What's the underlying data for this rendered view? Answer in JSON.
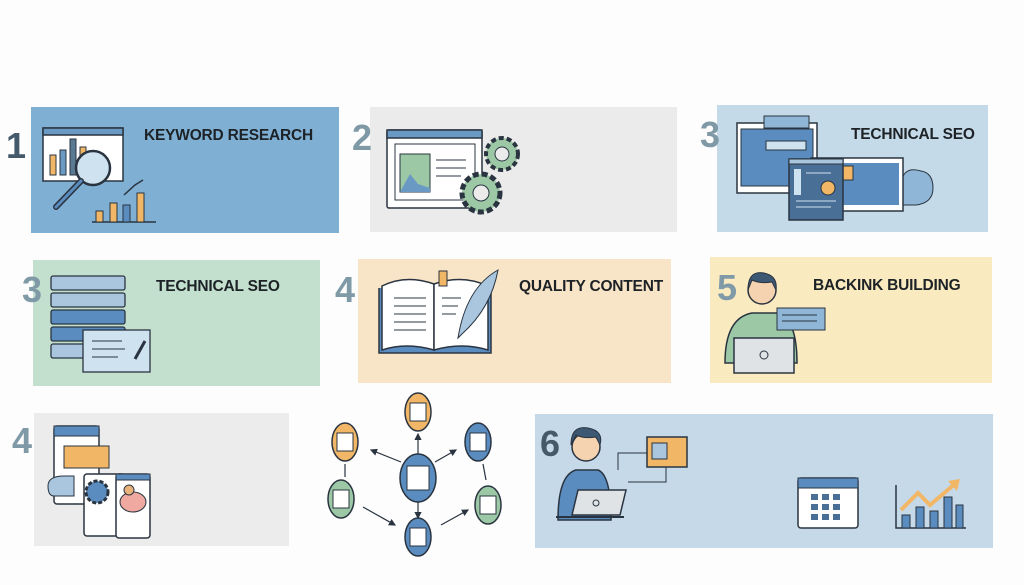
{
  "colors": {
    "keyword_panel": "#7fb0d4",
    "content_panel": "#ebebeb",
    "technical_top_panel": "#c5dae9",
    "technical_panel": "#c3dfce",
    "quality_panel": "#f8e4c6",
    "backlink_panel": "#faeac0",
    "mobile_panel": "#ececec",
    "analytics_panel": "#c5d9e8",
    "accent_orange": "#f2b766",
    "accent_blue": "#5b8cbf",
    "accent_green": "#9cc8a6",
    "number_gray": "#7f9aa6"
  },
  "steps": [
    {
      "number": "1",
      "title": "KEYWORD RESEARCH",
      "icon": "magnifier-chart-icon"
    },
    {
      "number": "2",
      "title": "",
      "icon": "browser-gears-icon"
    },
    {
      "number": "3",
      "title": "TECHNICAL SEO",
      "icon": "browser-windows-cloud-icon"
    },
    {
      "number": "3",
      "title": "TECHNICAL SEO",
      "icon": "server-rack-icon"
    },
    {
      "number": "4",
      "title": "QUALITY CONTENT",
      "icon": "open-book-quill-icon"
    },
    {
      "number": "5",
      "title": "BACKINK BUILDING",
      "icon": "person-laptop-icon"
    },
    {
      "number": "4",
      "title": "",
      "icon": "mobile-devices-icon"
    },
    {
      "number": "",
      "title": "",
      "icon": "link-network-icon"
    },
    {
      "number": "6",
      "title": "",
      "icon": "analytics-person-calendar-chart-icon"
    }
  ]
}
